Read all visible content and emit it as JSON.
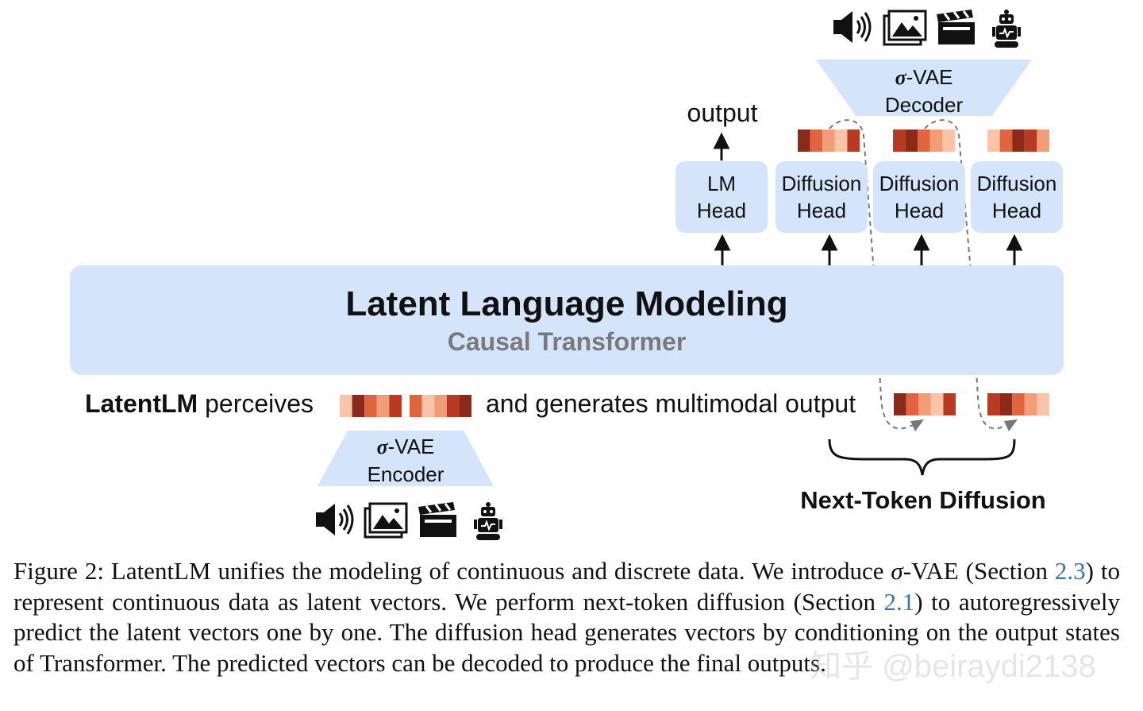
{
  "diagram": {
    "main_block": {
      "title": "Latent Language Modeling",
      "subtitle": "Causal Transformer"
    },
    "heads": [
      {
        "line1": "LM",
        "line2": "Head"
      },
      {
        "line1": "Diffusion",
        "line2": "Head"
      },
      {
        "line1": "Diffusion",
        "line2": "Head"
      },
      {
        "line1": "Diffusion",
        "line2": "Head"
      }
    ],
    "output_label": "output",
    "decoder": {
      "sigma": "σ",
      "line1_suffix": "-VAE",
      "line2": "Decoder"
    },
    "encoder": {
      "sigma": "σ",
      "line1_suffix": "-VAE",
      "line2": "Encoder"
    },
    "perceive_line": {
      "brand": "LatentLM",
      "text_a": " perceives",
      "text_b": "and generates multimodal output"
    },
    "next_token_diffusion": "Next-Token Diffusion",
    "modality_icons": [
      "speaker-icon",
      "image-icon",
      "clapperboard-icon",
      "robot-icon"
    ],
    "token_palette": [
      "#8b2a1a",
      "#b83a22",
      "#e0643e",
      "#f29c78",
      "#fbc3a8"
    ]
  },
  "caption": {
    "prefix": "Figure 2: LatentLM unifies the modeling of continuous and discrete data. We introduce ",
    "sigma": "σ",
    "after_sigma": "-VAE (Section ",
    "ref1": "2.3",
    "mid1": ") to represent continuous data as latent vectors. We perform next-token diffusion (Section ",
    "ref2": "2.1",
    "rest": ") to autoregressively predict the latent vectors one by one. The diffusion head generates vectors by conditioning on the output states of Transformer. The predicted vectors can be decoded to produce the final outputs."
  },
  "watermark": "知乎 @beiraydi2138"
}
